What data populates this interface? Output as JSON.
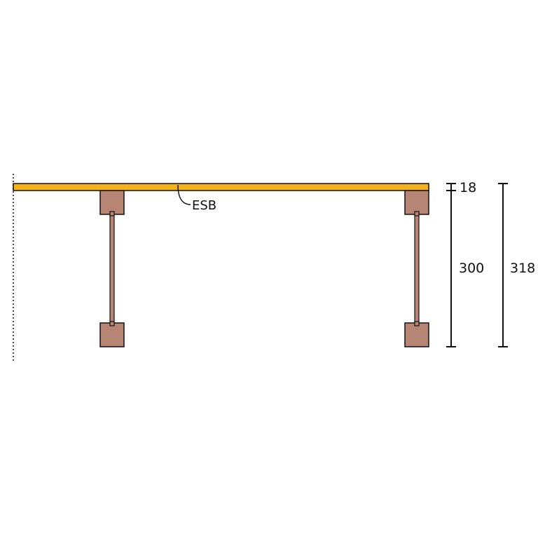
{
  "labels": {
    "material": "ESB"
  },
  "dimensions": {
    "board_thickness": "18",
    "joist_height": "300",
    "total_height": "318"
  },
  "colors": {
    "board_fill": "#f5b319",
    "block_fill": "#b78574",
    "outline": "#111111",
    "background": "#ffffff"
  }
}
